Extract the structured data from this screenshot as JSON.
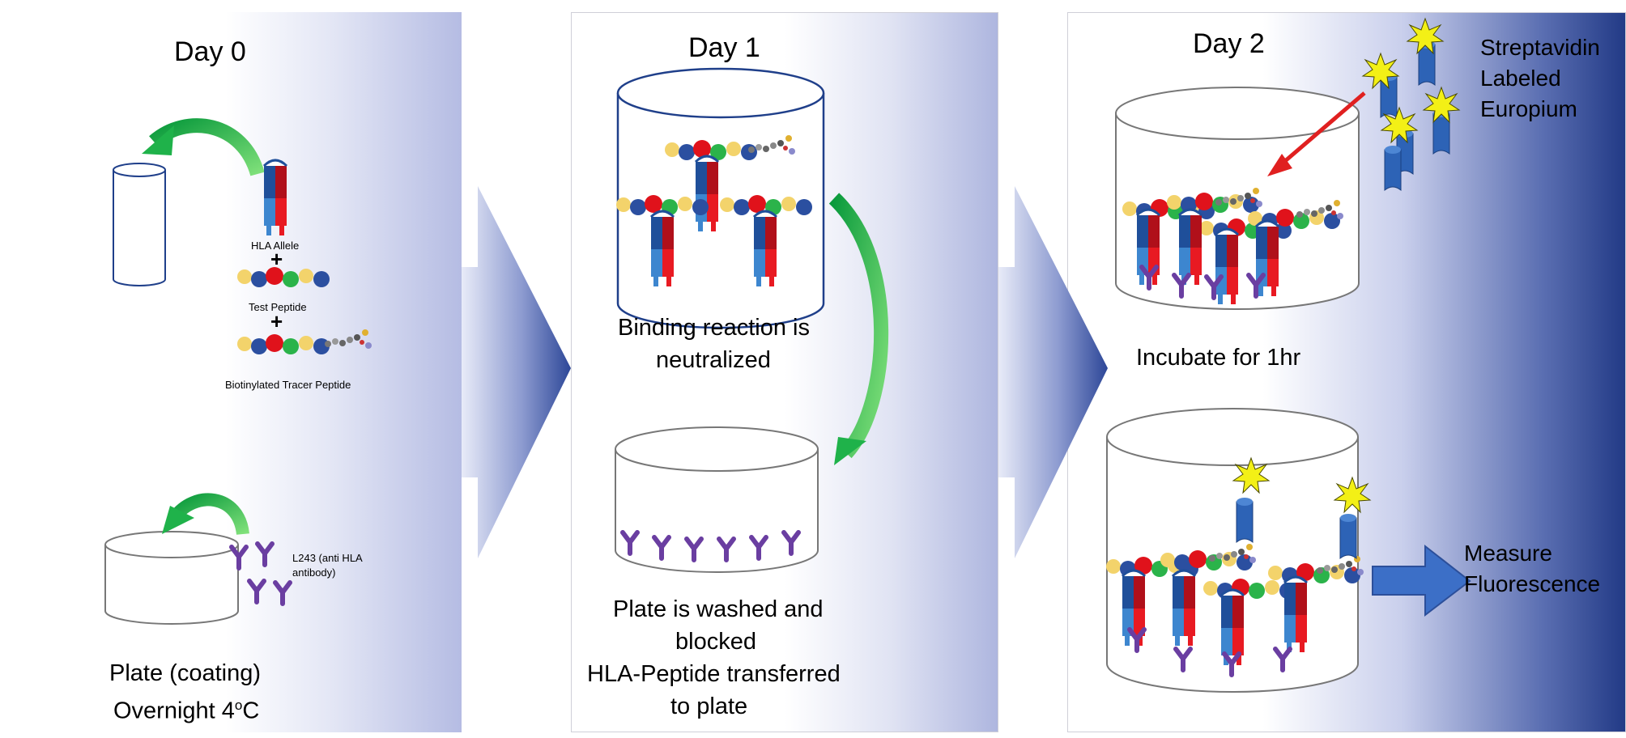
{
  "day0": {
    "title": "Day 0",
    "hla_allele": "HLA Allele",
    "plus1": "+",
    "test_peptide": "Test Peptide",
    "plus2": "+",
    "tracer": "Biotinylated Tracer Peptide",
    "antibody_line1": "L243 (anti HLA",
    "antibody_line2": "antibody)",
    "plate_line1": "Plate (coating)",
    "plate_line2": "Overnight 4",
    "plate_sup": "o",
    "plate_unit": "C"
  },
  "day1": {
    "title": "Day 1",
    "binding_line1": "Binding reaction is",
    "binding_line2": "neutralized",
    "wash_line1": "Plate is washed and",
    "wash_line2": "blocked",
    "wash_line3": "HLA-Peptide transferred",
    "wash_line4": "to plate"
  },
  "day2": {
    "title": "Day 2",
    "strep_line1": "Streptavidin",
    "strep_line2": "Labeled",
    "strep_line3": "Europium",
    "incubate": "Incubate for 1hr",
    "measure_line1": "Measure",
    "measure_line2": "Fluorescence"
  },
  "colors": {
    "arrow_green": "#1fb24a",
    "antibody_purple": "#6a3ea1",
    "hla_blue": "#2b5fa8",
    "hla_red": "#e0121b",
    "process_arrow": "#3c57a6",
    "europium_yellow": "#f3f016",
    "red_arrow": "#e02020"
  }
}
